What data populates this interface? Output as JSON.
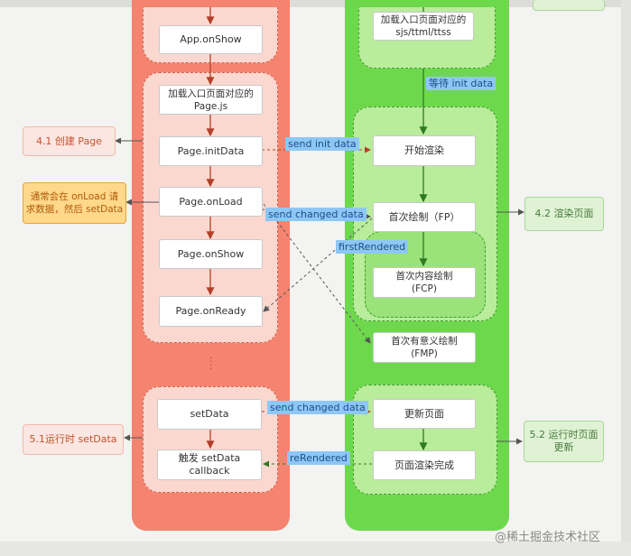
{
  "left_column": {
    "app_onshow": "App.onShow",
    "load_page_js": "加载入口页面对应的\nPage.js",
    "page_initdata": "Page.initData",
    "page_onload": "Page.onLoad",
    "page_onshow": "Page.onShow",
    "page_onready": "Page.onReady",
    "setdata": "setData",
    "setdata_callback": "触发 setData callback"
  },
  "right_column": {
    "load_sjs": "加载入口页面对应的\nsjs/ttml/ttss",
    "start_render": "开始渲染",
    "fp": "首次绘制（FP）",
    "fcp": "首次内容绘制\n(FCP)",
    "fmp": "首次有意义绘制\n(FMP)",
    "update_page": "更新页面",
    "render_done": "页面渲染完成"
  },
  "side_labels": {
    "create_page": "4.1 创建 Page",
    "onload_note": "通常会在 onLoad 请\n求数据，然后 setData",
    "render_page": "4.2 渲染页面",
    "runtime_setdata": "5.1运行时 setData",
    "runtime_update": "5.2 运行时页面\n更新"
  },
  "edge_labels": {
    "wait_init_data": "等待 init data",
    "send_init_data": "send init data",
    "send_changed_data_1": "send changed data",
    "first_rendered": "firstRendered",
    "send_changed_data_2": "send changed data",
    "rerendered": "reRendered"
  },
  "watermark": "@稀土掘金技术社区",
  "colors": {
    "red_column": "#f4836f",
    "green_column": "#6ed84d",
    "label_blue": "#8ec7f5"
  }
}
